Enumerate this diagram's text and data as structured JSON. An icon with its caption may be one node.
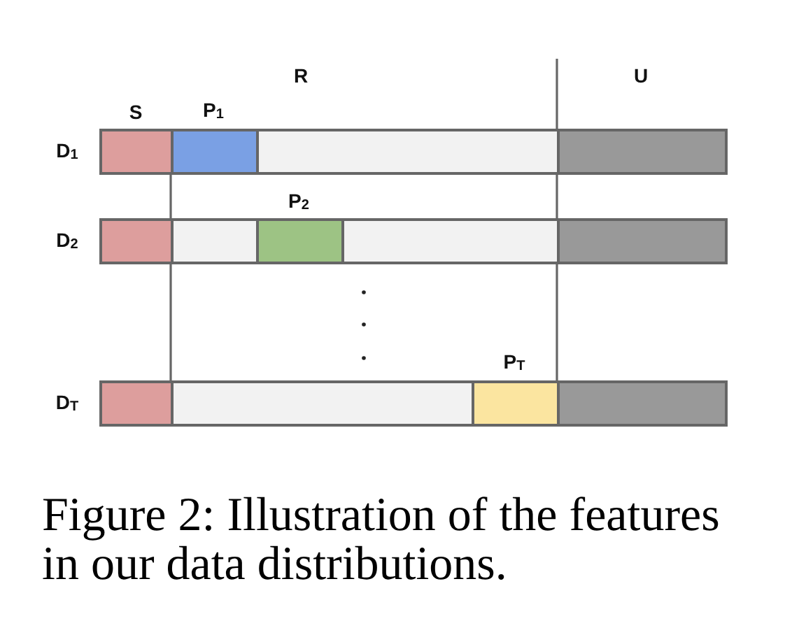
{
  "diagram": {
    "caption": "Figure 2: Illustration of the features in our data distributions.",
    "nodes": [
      {
        "text": [],
        "shape": "bar",
        "beside": [
          "D$_{1}$"
        ]
      },
      {
        "text": [],
        "shape": "box",
        "in": 0
      },
      {
        "text": [
          "P$_{1}$"
        ],
        "in": 0
      },
      {
        "text": [],
        "shape": "box",
        "in": 0
      },
      {
        "text": [],
        "shape": "box",
        "in": 0
      },
      {
        "text": [],
        "shape": "bar",
        "beside": [
          "D$_{2}$"
        ]
      },
      {
        "text": [],
        "shape": "box",
        "in": 5
      },
      {
        "text": [],
        "shape": "box",
        "in": 5
      },
      {
        "text": [
          "P$_{2}$"
        ],
        "in": 5
      },
      {
        "text": [],
        "shape": "box",
        "in": 5
      },
      {
        "text": [],
        "shape": "box",
        "in": 5
      },
      {
        "text": [],
        "shape": "bar",
        "beside": [
          "D$_{T}$"
        ]
      },
      {
        "text": [],
        "shape": "box",
        "in": 11
      },
      {
        "text": [],
        "shape": "box",
        "in": 11
      },
      {
        "text": [
          "P$_{T}$"
        ],
        "in": 11
      },
      {
        "text": [],
        "shape": "box",
        "in": 11
      }
    ],
    "labels": [
      "R",
      "U",
      "S"
    ]
  }
}
